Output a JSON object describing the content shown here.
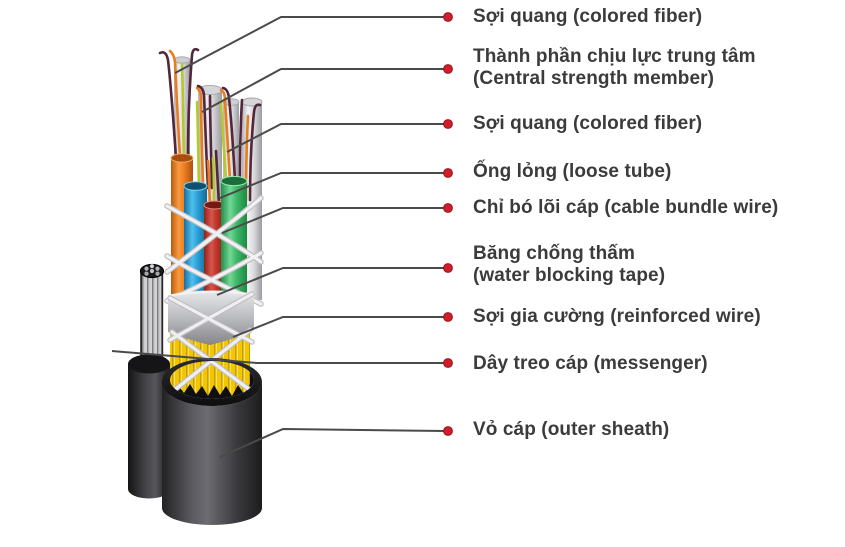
{
  "diagram": {
    "name": "fiber-optic-cable-cutaway",
    "background": "#ffffff"
  },
  "colors": {
    "dot": "#cf1e2a",
    "dot_ring": "#99121c",
    "leader_line": "#4a4a4a",
    "text": "#3b3b3b",
    "orange_tube": "#ef7d23",
    "blue_tube": "#2b9fd8",
    "red_tube": "#bf352a",
    "green_tube": "#3db868",
    "white_tube": "#dcdcde",
    "fiber_maroon": "#53263b",
    "fiber_orange": "#e87c1e",
    "fiber_green": "#b5c832",
    "bundle_wire": "#ededef",
    "yellow_strands": "#f3c602",
    "tape": "#b9babe",
    "sheath": "#4a4a4e",
    "messenger_jacket": "#2a2a2e",
    "steel_wire": "#c9c9cb"
  },
  "labels": [
    {
      "line1": "Sợi quang (colored fiber)"
    },
    {
      "line1": "Thành phần chịu lực trung tâm",
      "line2": "(Central strength member)"
    },
    {
      "line1": "Sợi quang (colored fiber)"
    },
    {
      "line1": "Ống lỏng (loose tube)"
    },
    {
      "line1": "Chỉ bó lõi cáp (cable bundle wire)"
    },
    {
      "line1": "Băng chống thấm",
      "line2": "(water blocking tape)"
    },
    {
      "line1": "Sợi gia cường (reinforced wire)"
    },
    {
      "line1": "Dây treo cáp (messenger)"
    },
    {
      "line1": "Vỏ cáp (outer sheath)"
    }
  ]
}
